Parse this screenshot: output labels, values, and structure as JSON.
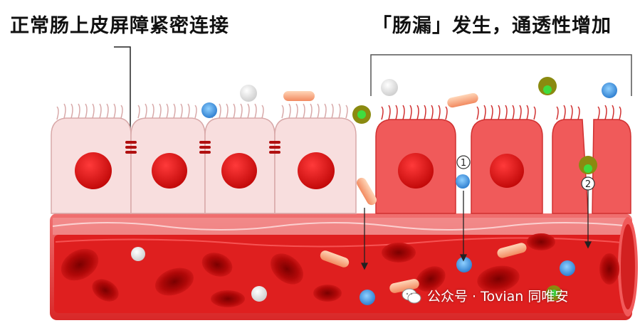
{
  "labels": {
    "left": "正常肠上皮屏障紧密连接",
    "right": "「肠漏」发生，通透性增加"
  },
  "markers": [
    "1",
    "2"
  ],
  "watermark": {
    "text": "公众号 · Tovian 同唯安",
    "icon": "wechat-icon"
  },
  "colors": {
    "normal_cell": "#f8dede",
    "leaky_cell": "#f05a5a",
    "nucleus": "#d40f0f",
    "vessel": "#e53a3a",
    "vessel_lumen": "#e12020",
    "rbc": "#c40c0c"
  }
}
